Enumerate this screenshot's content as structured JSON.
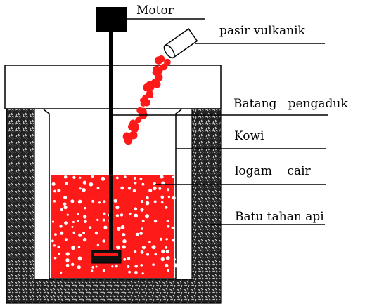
{
  "labels": {
    "motor": "Motor",
    "sand": "pasir vulkanik",
    "stirrer": "Batang   pengaduk",
    "crucible": "Kowi",
    "metal": "logam    cair",
    "refractory": "Batu tahan api"
  },
  "colors": {
    "metal": "#ff1a1a",
    "refractory": "#1a1a1a",
    "outline": "#000000",
    "background": "#ffffff"
  }
}
